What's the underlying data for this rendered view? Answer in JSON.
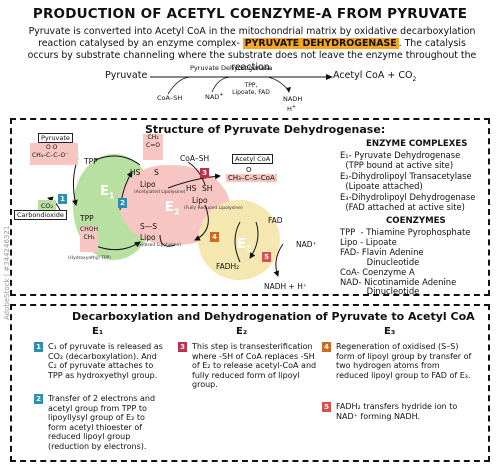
{
  "title": "PRODUCTION OF ACETYL COENZYME-A FROM PYRUVATE",
  "intro": {
    "part1": "Pyruvate is converted into Acetyl CoA in the mitochondrial matrix by oxidative decarboxylation reaction catalysed by an enzyme complex-",
    "highlight": "PYRUVATE DEHYDROGENASE",
    "part2": ". The catalysis occurs by substrate channeling where the substrate does not leave the enzyme throughout the reaction."
  },
  "equation": {
    "substrate": "Pyruvate",
    "enzyme": "Pyruvate Dehydrogenase",
    "product": "Acetyl CoA + CO",
    "product_sub": "2",
    "in1": "CoA–SH",
    "in2": "NAD",
    "in2_sup": "+",
    "cofactors": "TPP, Lipoate, FAD",
    "out1": "NADH",
    "out2": "H",
    "out2_sup": "+"
  },
  "structure": {
    "title": "Structure of Pyruvate Dehydrogenase:",
    "pyruvate_label": "Pyruvate",
    "pyruvate_formula_top": "O    O",
    "pyruvate_formula_mid": "CH₃–C–C–O⁻",
    "co2": "CO₂",
    "carbondioxide": "Carbondioxide",
    "tpp_top": "TPP",
    "tpp_bottom": "TPP",
    "hydroxyethyl_tpp": "(Hydroxyethyl TPP)",
    "choh": "CHOH",
    "ch3": "CH₃",
    "e1": "E",
    "e1_sub": "1",
    "e2": "E",
    "e2_sub": "2",
    "e3": "E",
    "e3_sub": "3",
    "acetyl_top": "CH₃",
    "acetyl_mid": "C=O",
    "hs": "HS",
    "s": "S",
    "lipo_top": "Lipo",
    "acetylated_lipo": "(Acetylated Lipolysine)",
    "lipo_bottom": "Lipo",
    "oxidised_lipo": "(Oxidised Lipolysine)",
    "ss": "S—S",
    "coash": "CoA–SH",
    "hs_sh_1": "HS",
    "hs_sh_2": "SH",
    "lipo_reduced": "Lipo",
    "reduced_lipo": "(Fully Reduced Lipolysine)",
    "acetyl_coa_label": "Acetyl CoA",
    "acetyl_coa_formula": "CH₃–C–S–CoA",
    "acetyl_coa_o": "O",
    "fad": "FAD",
    "fadh2": "FADH₂",
    "nad": "NAD⁺",
    "nadh": "NADH + H⁺"
  },
  "enzyme_complexes": {
    "heading": "ENZYME COMPLEXES",
    "items": [
      {
        "label": "E₁- Pyruvate Dehydrogenase",
        "note": "(TPP bound at active site)"
      },
      {
        "label": "E₂-Dihydrolipoyl Transacetylase",
        "note": "(Lipoate attached)"
      },
      {
        "label": "E₃-Dihydrolipoyl Dehydrogenase",
        "note": "(FAD attached at active site)"
      }
    ]
  },
  "coenzymes": {
    "heading": "COENZYMES",
    "lines": [
      "TPP  - Thiamine Pyrophosphate",
      "Lipo - Lipoate",
      "FAD- Flavin Adenine",
      "          Dinucleotide",
      "CoA- Coenzyme A",
      "NAD- Nicotinamide Adenine",
      "          Dinucleotide"
    ]
  },
  "steps": {
    "title": "Decarboxylation and Dehydrogenation of Pyruvate to Acetyl CoA",
    "col_e1": "E₁",
    "col_e2": "E₂",
    "col_e3": "E₃",
    "s1": "C₁ of pyruvate is released as CO₂ (decarboxylation). And C₂ of pyruvate attaches to TPP as hydroxyethyl group.",
    "s2": "Transfer of 2 electrons and acetyl group from TPP to lipoyllysyl group of E₂ to form acetyl thioester of reduced lipoyl group (reduction by electrons).",
    "s3": "This step is transesterification where -SH of CoA replaces -SH of E₂ to release acetyl-CoA and fully reduced form of lipoyl group.",
    "s4": "Regeneration of oxidised (S–S) form of lipoyl group by transfer of two hydrogen atoms from reduced lipoyl group to FAD of E₃.",
    "s5": "FADH₂ transfers hydride ion to NAD⁺ forming NADH."
  },
  "numbers": [
    "1",
    "2",
    "3",
    "4",
    "5"
  ],
  "watermark": "AdobeStock | #344246321",
  "colors": {
    "e1": "#b8e0a0",
    "e2": "#f7c6c2",
    "e3": "#f5e7b0",
    "num1": "#2e8fb0",
    "num2": "#2e8fb0",
    "num3": "#c0314b",
    "num4": "#d06a1f",
    "num5": "#d65050",
    "highlight": "#f5a623"
  }
}
